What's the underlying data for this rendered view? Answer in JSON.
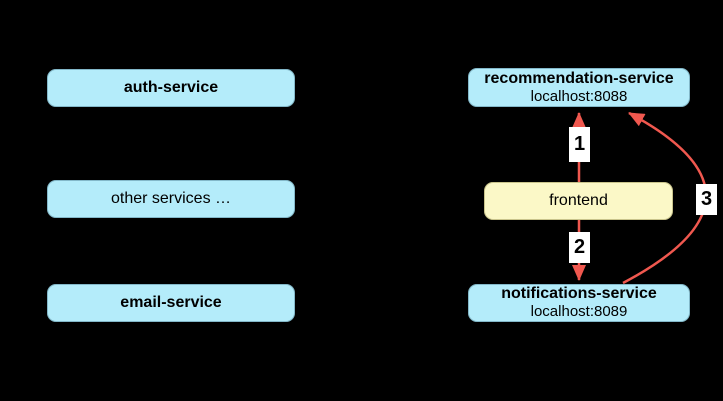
{
  "colors": {
    "background": "#000000",
    "service_box_fill": "#b4ecfa",
    "frontend_box_fill": "#fbf8c7",
    "arrow_red": "#f0584f",
    "arrow_label_bg": "#ffffff",
    "text": "#000000"
  },
  "left_column": {
    "auth": {
      "label": "auth-service"
    },
    "other": {
      "label": "other services …"
    },
    "email": {
      "label": "email-service"
    }
  },
  "right_column": {
    "recommendation": {
      "name": "recommendation-service",
      "address": "localhost:8088"
    },
    "frontend": {
      "label": "frontend"
    },
    "notifications": {
      "name": "notifications-service",
      "address": "localhost:8089"
    }
  },
  "arrows": {
    "one": {
      "label": "1",
      "from": "frontend",
      "to": "recommendation-service"
    },
    "two": {
      "label": "2",
      "from": "frontend",
      "to": "notifications-service"
    },
    "three": {
      "label": "3",
      "from": "notifications-service",
      "to": "recommendation-service"
    }
  }
}
